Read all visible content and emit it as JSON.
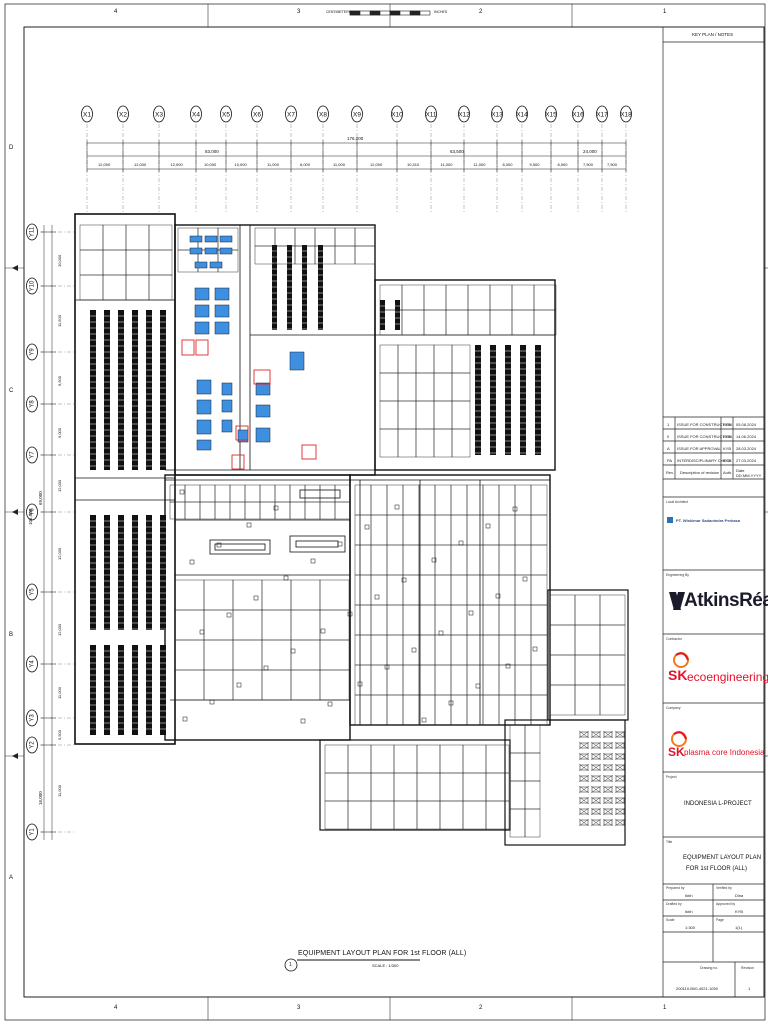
{
  "border": {
    "col_numbers": [
      "4",
      "3",
      "2",
      "1"
    ],
    "row_letters": [
      "D",
      "C",
      "B",
      "A"
    ],
    "scale_bar_left": "CENTIMETERS",
    "scale_bar_right": "INCHES"
  },
  "grid": {
    "x_axes": [
      "X1",
      "X2",
      "X3",
      "X4",
      "X5",
      "X6",
      "X7",
      "X8",
      "X9",
      "X10",
      "X11",
      "X12",
      "X13",
      "X14",
      "X15",
      "X16",
      "X17",
      "X18"
    ],
    "y_axes": [
      "Y1",
      "Y2",
      "Y3",
      "Y4",
      "Y5",
      "Y6",
      "Y7",
      "Y8",
      "Y9",
      "Y10",
      "Y11"
    ],
    "overall_width": "176,000",
    "sub_left": "83,000",
    "sub_mid": "63,500",
    "sub_right": "24,000",
    "spans": [
      "12,000",
      "12,000",
      "12,000",
      "10,000",
      "10,000",
      "11,000",
      "6,000",
      "11,000",
      "12,000",
      "10,310",
      "11,000",
      "11,000",
      "8,000",
      "9,500",
      "8,000",
      "7,500",
      "7,500"
    ],
    "overall_height": "106,000",
    "sub_height_upper": "69,000",
    "sub_height_lower": "16,000",
    "vspans": [
      "10,000",
      "11,500",
      "9,500",
      "9,000",
      "12,000",
      "12,000",
      "12,000",
      "11,000",
      "5,500",
      "11,000"
    ]
  },
  "drawing": {
    "title": "EQUIPMENT LAYOUT PLAN FOR 1st FLOOR (ALL)",
    "scale": "SCALE : 1/300",
    "marker": "1"
  },
  "titleblock": {
    "keyplan_label": "KEY PLAN / NOTES",
    "revisions": [
      {
        "rev": "1",
        "desc": "ISSUE FOR CONSTRUCTION",
        "by": "KYB",
        "date": "05.08.2024"
      },
      {
        "rev": "0",
        "desc": "ISSUE FOR CONSTRUCTION",
        "by": "KYB",
        "date": "14.06.2024"
      },
      {
        "rev": "A",
        "desc": "ISSUE FOR APPROVAL",
        "by": "KYB",
        "date": "28.03.2024"
      },
      {
        "rev": "PA",
        "desc": "INTERDISCIPLINARY CHECK",
        "by": "KYB",
        "date": "27.03.2024"
      }
    ],
    "rev_header": {
      "rev": "Rev.",
      "desc": "Description of revision",
      "by": "Auth.",
      "date": "Date DD.MM.YYYY"
    },
    "local_architect_label": "Local Architect",
    "local_architect_name": "PT. Wiskimar Sadanindra Perkasa",
    "engineering_label": "Engineering By",
    "engineering_name": "AtkinsRéalis",
    "contractor_label": "Contractor",
    "contractor_sk": "SK",
    "contractor_name": "ecoengineering",
    "company_label": "Company",
    "company_sk": "SK",
    "company_name": "plasma core Indonesia",
    "project_label": "Project",
    "project_name": "INDONESIA L-PROJECT",
    "title_label": "Title",
    "title_line1": "EQUIPMENT LAYOUT PLAN",
    "title_line2": "FOR 1st FLOOR (ALL)",
    "prepared_label": "Prepared by",
    "prepared_value": "Ikbh",
    "verified_label": "Verified by",
    "verified_value": "Dina",
    "drafted_label": "Drafted by",
    "drafted_value": "Ikbh",
    "approved_label": "Approved by",
    "approved_value": "KYB",
    "scale_label": "Scale",
    "scale_value": "1:300",
    "page_label": "Page",
    "page_value": "1(1)",
    "drawing_no_label": "Drawing no.",
    "drawing_no_value": "200110-B00-4021-1050",
    "revision_label": "Revision",
    "revision_value": "1"
  },
  "colors": {
    "line": "#222222",
    "equipment_blue": "#3f8fe0",
    "highlight_red": "#e0262b",
    "sk_red": "#e3122b",
    "sk_orange": "#f07b1d"
  }
}
